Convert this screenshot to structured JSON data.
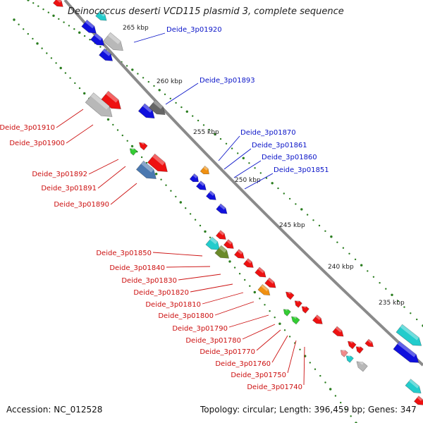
{
  "map": {
    "title": "Deinococcus deserti VCD115 plasmid 3, complete sequence",
    "accession_text": "Accession: NC_012528",
    "summary_text": "Topology: circular; Length: 396,459 bp; Genes: 347",
    "topology": "circular",
    "length_bp": 396459,
    "genes_total": 347,
    "tick_labels": [
      "265 kbp",
      "260 kbp",
      "255 kbp",
      "250 kbp",
      "245 kbp",
      "240 kbp",
      "235 kbp"
    ],
    "forward_labels": [
      "Deide_3p01920",
      "Deide_3p01893",
      "Deide_3p01870",
      "Deide_3p01861",
      "Deide_3p01860",
      "Deide_3p01851"
    ],
    "reverse_labels": [
      "Deide_3p01910",
      "Deide_3p01900",
      "Deide_3p01892",
      "Deide_3p01891",
      "Deide_3p01890",
      "Deide_3p01850",
      "Deide_3p01840",
      "Deide_3p01830",
      "Deide_3p01820",
      "Deide_3p01810",
      "Deide_3p01800",
      "Deide_3p01790",
      "Deide_3p01780",
      "Deide_3p01770",
      "Deide_3p01760",
      "Deide_3p01750",
      "Deide_3p01740"
    ],
    "colors": {
      "backbone": "#8a8a8a",
      "tick": "#2a7d1f",
      "forward_label": "#0a14c8",
      "reverse_label": "#cc1010",
      "gene_red": "#ee1111",
      "gene_blue": "#1010dd",
      "gene_cyan": "#22cccc",
      "gene_gray": "#b8b8b8",
      "gene_dark_gray": "#666666",
      "gene_green": "#33cc33",
      "gene_orange": "#f09010",
      "gene_olive": "#6b8a2a",
      "gene_steelblue": "#4a78b0",
      "gene_pink": "#f08a8a"
    }
  }
}
